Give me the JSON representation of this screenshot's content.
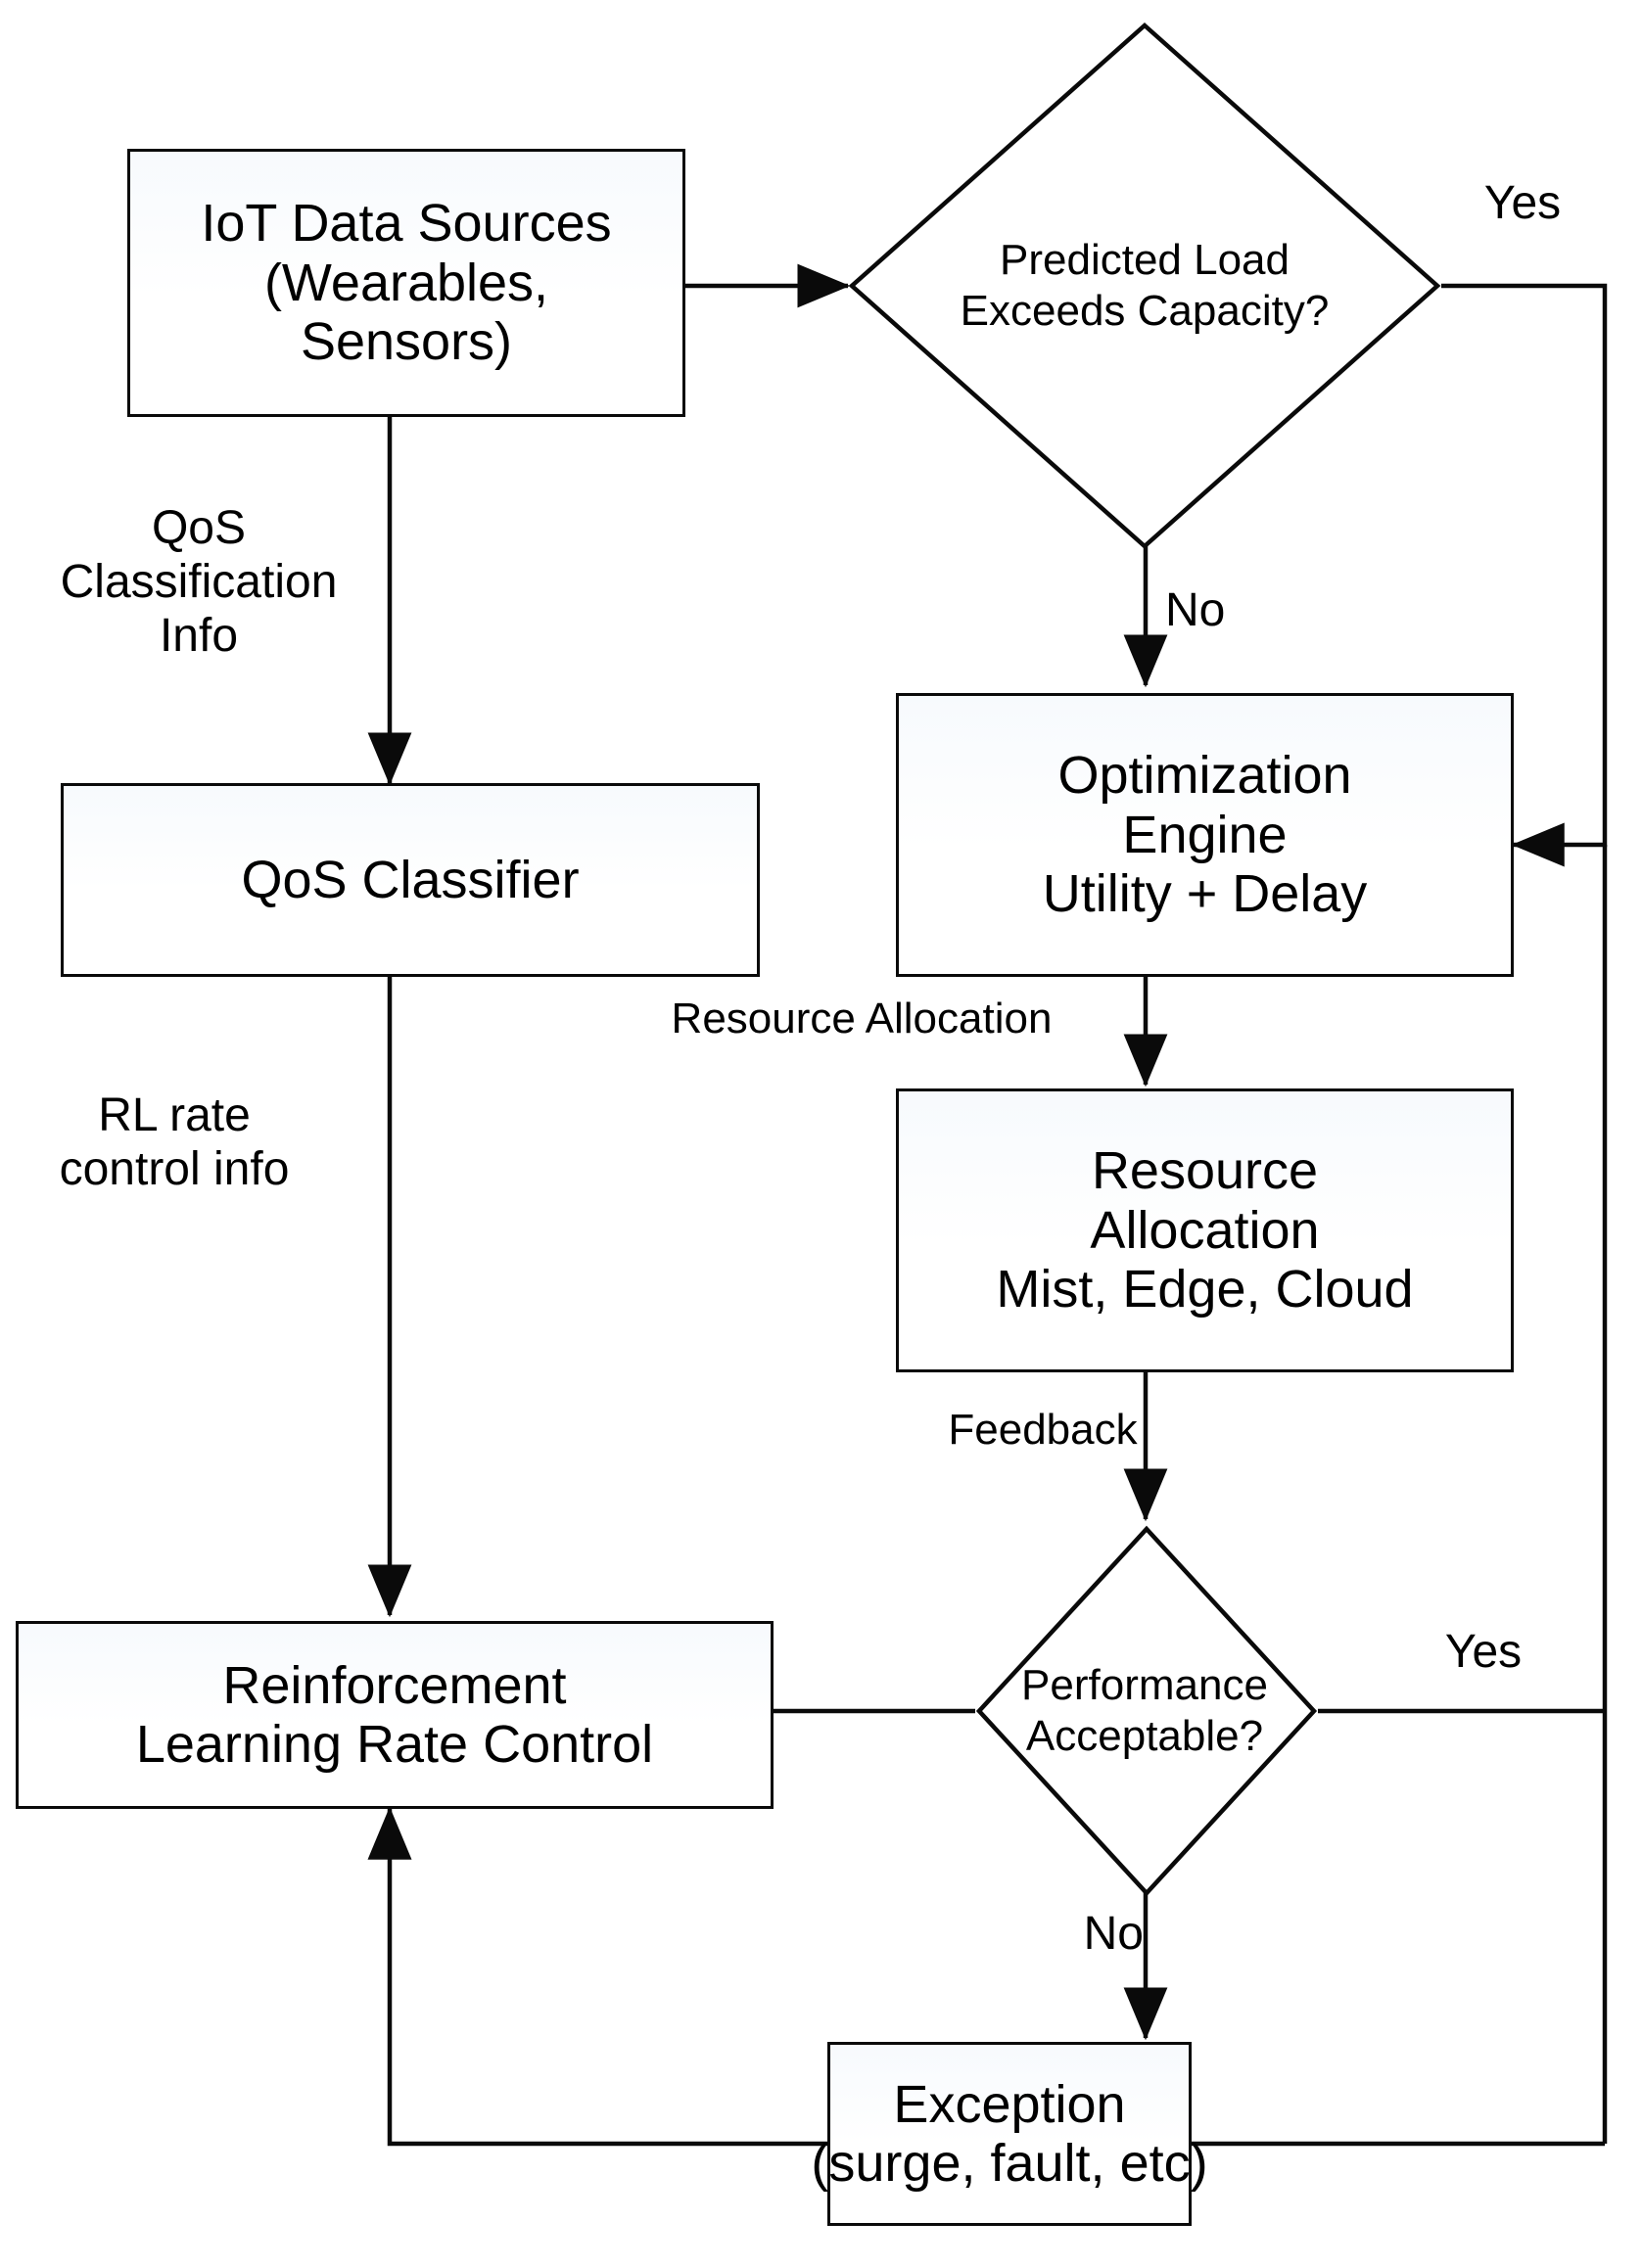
{
  "diagram": {
    "title": "IoT QoS-Aware Resource Allocation Flowchart",
    "stroke_color": "#0a0a0a",
    "fill_color": "#ffffff",
    "text_color": "#000000"
  },
  "nodes": {
    "iot_sources": {
      "type": "process",
      "lines": [
        "IoT Data Sources",
        "(Wearables,",
        "Sensors)"
      ]
    },
    "predicted_load": {
      "type": "decision",
      "lines": [
        "Predicted Load",
        "Exceeds Capacity?"
      ]
    },
    "qos_classifier": {
      "type": "process",
      "lines": [
        "QoS Classifier"
      ]
    },
    "optimization_engine": {
      "type": "process",
      "lines": [
        "Optimization",
        "Engine",
        "Utility + Delay"
      ]
    },
    "resource_allocation": {
      "type": "process",
      "lines": [
        "Resource",
        "Allocation",
        "Mist, Edge, Cloud"
      ]
    },
    "rl_rate_control": {
      "type": "process",
      "lines": [
        "Reinforcement",
        "Learning Rate Control"
      ]
    },
    "performance_check": {
      "type": "decision",
      "lines": [
        "Performance",
        "Acceptable?"
      ]
    },
    "exception": {
      "type": "process",
      "lines": [
        "Exception",
        "(surge, fault, etc)"
      ]
    }
  },
  "edge_labels": {
    "predicted_load_yes": "Yes",
    "predicted_load_no": "No",
    "qos_classification_info": "QoS\nClassification\nInfo",
    "rl_rate_control_info": "RL rate\ncontrol info",
    "resource_allocation_label": "Resource Allocation",
    "feedback": "Feedback",
    "performance_yes": "Yes",
    "performance_no": "No"
  },
  "chart_data": {
    "type": "flowchart",
    "title": "IoT QoS-Aware Resource Allocation Flowchart",
    "nodes": [
      {
        "id": "iot_sources",
        "shape": "rectangle",
        "label": "IoT Data Sources (Wearables, Sensors)"
      },
      {
        "id": "predicted_load",
        "shape": "diamond",
        "label": "Predicted Load Exceeds Capacity?"
      },
      {
        "id": "qos_classifier",
        "shape": "rectangle",
        "label": "QoS Classifier"
      },
      {
        "id": "optimization_engine",
        "shape": "rectangle",
        "label": "Optimization Engine Utility + Delay"
      },
      {
        "id": "resource_allocation",
        "shape": "rectangle",
        "label": "Resource Allocation Mist, Edge, Cloud"
      },
      {
        "id": "rl_rate_control",
        "shape": "rectangle",
        "label": "Reinforcement Learning Rate Control"
      },
      {
        "id": "performance_check",
        "shape": "diamond",
        "label": "Performance Acceptable?"
      },
      {
        "id": "exception",
        "shape": "rectangle",
        "label": "Exception (surge, fault, etc)"
      }
    ],
    "edges": [
      {
        "from": "iot_sources",
        "to": "predicted_load",
        "label": "",
        "arrow": true
      },
      {
        "from": "iot_sources",
        "to": "qos_classifier",
        "label": "QoS Classification Info",
        "arrow": true
      },
      {
        "from": "predicted_load",
        "to": "optimization_engine",
        "label": "No",
        "arrow": true
      },
      {
        "from": "predicted_load",
        "to": "optimization_engine",
        "label": "Yes",
        "arrow": true
      },
      {
        "from": "optimization_engine",
        "to": "resource_allocation",
        "label": "Resource Allocation",
        "arrow": true
      },
      {
        "from": "qos_classifier",
        "to": "rl_rate_control",
        "label": "RL rate control info",
        "arrow": true
      },
      {
        "from": "resource_allocation",
        "to": "performance_check",
        "label": "Feedback",
        "arrow": true
      },
      {
        "from": "rl_rate_control",
        "to": "performance_check",
        "label": "",
        "arrow": false
      },
      {
        "from": "performance_check",
        "to": "optimization_engine",
        "label": "Yes",
        "arrow": true
      },
      {
        "from": "performance_check",
        "to": "exception",
        "label": "No",
        "arrow": true
      },
      {
        "from": "exception",
        "to": "rl_rate_control",
        "label": "",
        "arrow": true
      }
    ]
  }
}
